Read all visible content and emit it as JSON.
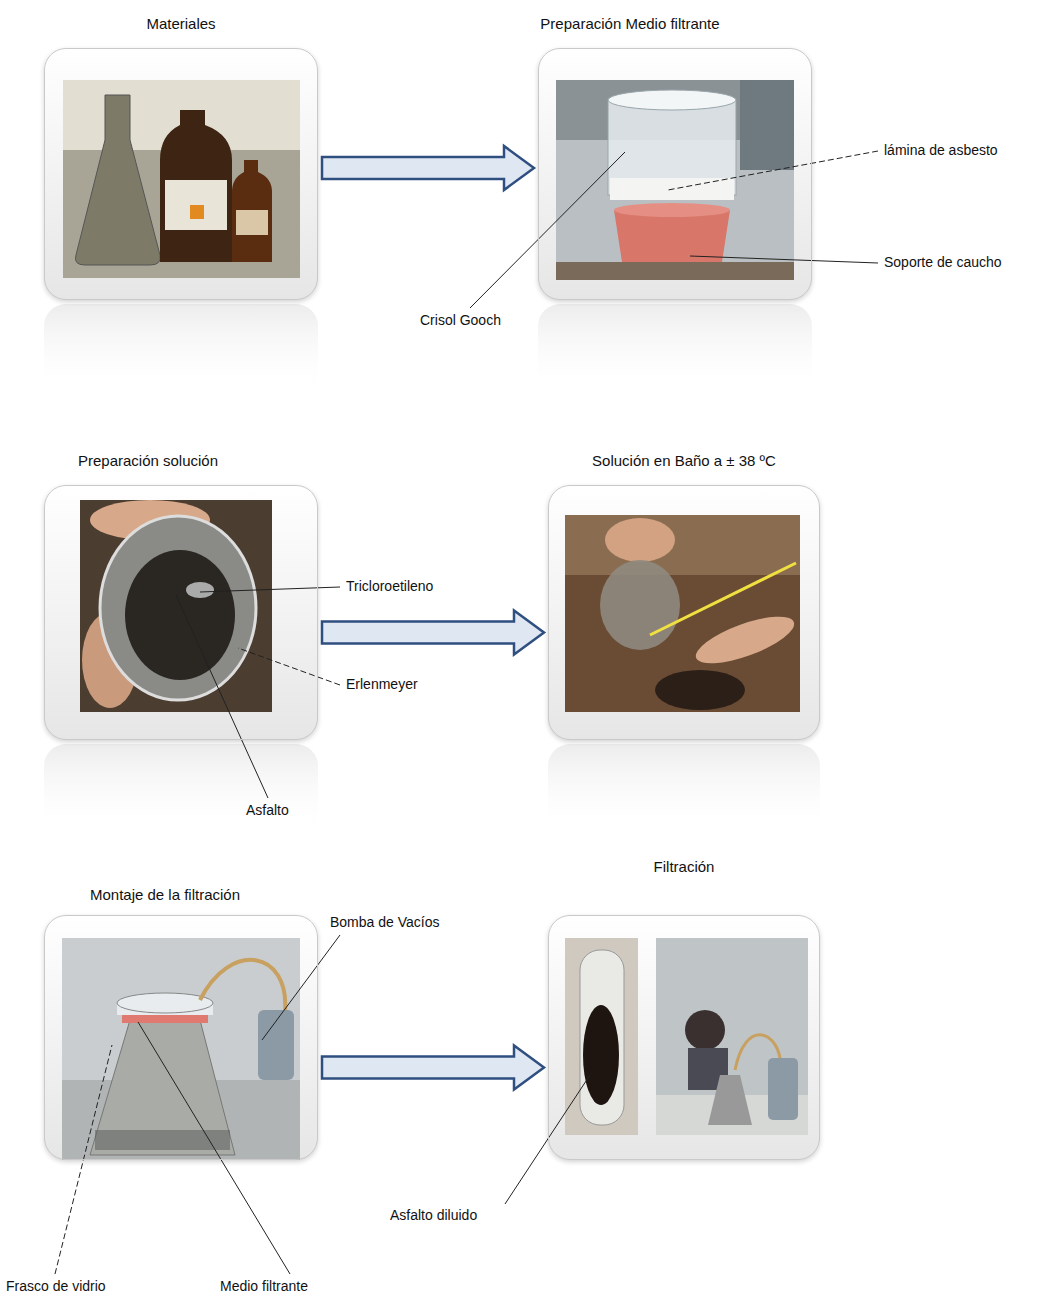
{
  "diagram": {
    "nodes": [
      {
        "text": [
          "Materiales"
        ]
      },
      {
        "text": [
          "Preparación Medio filtrante"
        ]
      },
      {
        "text": [
          "Preparación solución"
        ]
      },
      {
        "text": [
          "Solución en Baño a ± 38 ºC"
        ]
      },
      {
        "text": [
          "Montaje de la filtración"
        ]
      },
      {
        "text": [
          "Filtración"
        ]
      }
    ],
    "edges": [
      {
        "from": 0,
        "to": 1,
        "arrow": "to"
      },
      {
        "from": 2,
        "to": 3,
        "arrow": "to"
      },
      {
        "from": 4,
        "to": 5,
        "arrow": "to"
      }
    ],
    "labels": [
      "lámina de asbesto",
      "Soporte de caucho",
      "Crisol Gooch",
      "Tricloroetileno",
      "Erlenmeyer",
      "Asfalto",
      "Bomba de Vacíos",
      "Frasco de vidrio",
      "Medio filtrante",
      "Asfalto diluido"
    ]
  }
}
